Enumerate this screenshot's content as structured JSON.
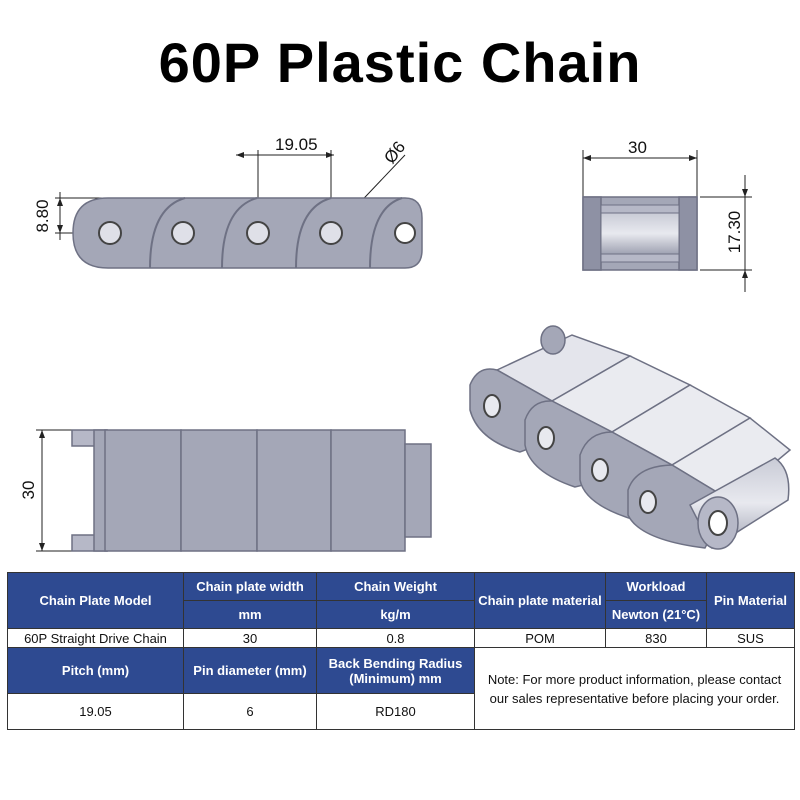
{
  "title": "60P Plastic Chain",
  "dimensions": {
    "pitch": "19.05",
    "pin_dia": "Ø6",
    "height": "8.80",
    "width_top": "30",
    "side_height": "17.30",
    "width_plan": "30"
  },
  "table": {
    "h_model": "Chain Plate Model",
    "h_width": "Chain plate width",
    "h_width_unit": "mm",
    "h_weight": "Chain Weight",
    "h_weight_unit": "kg/m",
    "h_material": "Chain plate material",
    "h_workload": "Workload",
    "h_workload_unit": "Newton (21°C)",
    "h_pin": "Pin Material",
    "v_model": "60P Straight Drive Chain",
    "v_width": "30",
    "v_weight": "0.8",
    "v_material": "POM",
    "v_workload": "830",
    "v_pin": "SUS",
    "h_pitch": "Pitch (mm)",
    "h_pin_dia": "Pin diameter (mm)",
    "h_bend": "Back Bending Radius (Minimum) mm",
    "v_pitch": "19.05",
    "v_pin_dia": "6",
    "v_bend": "RD180",
    "note": "Note: For more product information, please contact our sales representative before placing your order."
  },
  "colors": {
    "header_bg": "#2e4a91",
    "part_fill": "#a4a7b7",
    "part_light": "#d4d6e0",
    "part_dark": "#7d8093"
  }
}
